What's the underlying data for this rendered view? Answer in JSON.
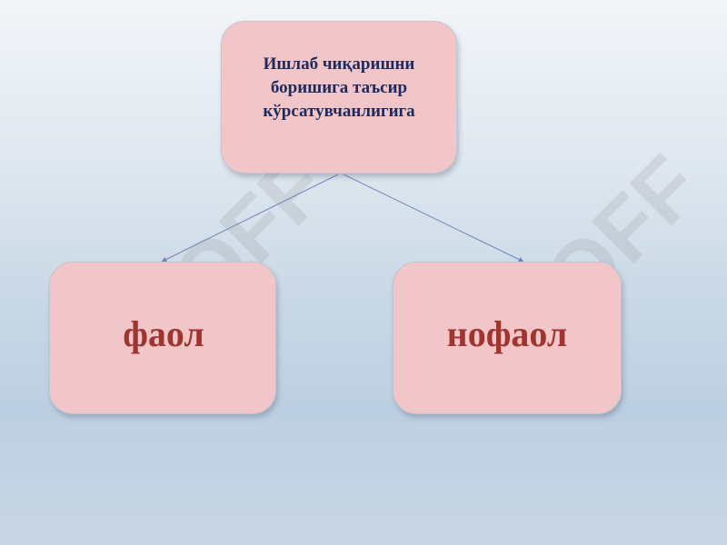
{
  "diagram": {
    "root": {
      "text": "Ишлаб чиқаришни боришига таъсир кўрсатувчанлигига"
    },
    "children": [
      {
        "text": "фаол"
      },
      {
        "text": "нофаол"
      }
    ],
    "colors": {
      "box_fill": "#f2c6c8",
      "root_text": "#1c2a5e",
      "child_text": "#a0352f",
      "connector": "#6f86b8"
    }
  },
  "watermark": {
    "text": "SOFF"
  }
}
